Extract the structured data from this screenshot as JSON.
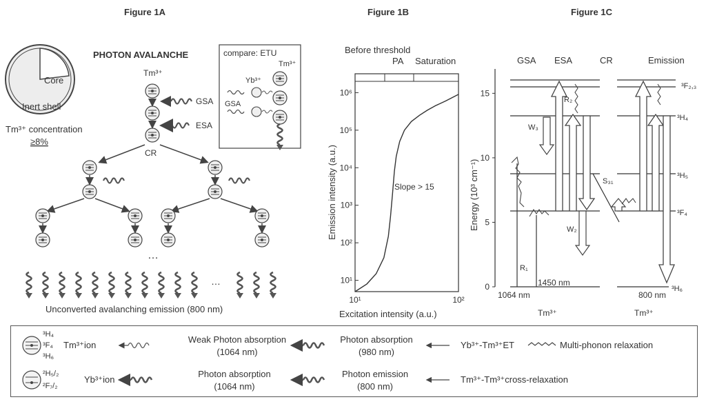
{
  "figures": {
    "a": {
      "title": "Figure 1A"
    },
    "b": {
      "title": "Figure 1B"
    },
    "c": {
      "title": "Figure 1C"
    }
  },
  "panel_a": {
    "heading": "PHOTON AVALANCHE",
    "core_label": "Core",
    "shell_label": "Inert shell",
    "concentration": "Tm³⁺ concentration",
    "concentration_value": "≥8%",
    "ion_label": "Tm³⁺",
    "gsa": "GSA",
    "esa": "ESA",
    "cr": "CR",
    "dots": "…",
    "caption": "Unconverted avalanching emission (800 nm)",
    "compare": {
      "title": "compare: ETU",
      "yb_label": "Yb³⁺",
      "tm_label": "Tm³⁺",
      "gsa": "GSA"
    }
  },
  "panel_b": {
    "regions": [
      "Before threshold",
      "PA",
      "Saturation"
    ],
    "slope_label": "Slope > 15"
  },
  "chart_data": {
    "type": "line",
    "xlabel": "Excitation intensity (a.u.)",
    "ylabel": "Emission intensity (a.u.)",
    "xscale": "log",
    "yscale": "log",
    "xlim": [
      10,
      100
    ],
    "ylim": [
      5,
      2000000
    ],
    "xticks": [
      "10¹",
      "10²"
    ],
    "yticks": [
      "10¹",
      "10²",
      "10³",
      "10⁴",
      "10⁵",
      "10⁶"
    ],
    "series": [
      {
        "x": [
          10,
          13,
          16,
          19,
          21,
          22,
          23,
          24,
          25,
          27,
          30,
          35,
          42,
          50,
          60,
          75,
          100
        ],
        "y": [
          5,
          8,
          15,
          40,
          150,
          500,
          2000,
          8000,
          20000,
          50000,
          100000,
          170000,
          250000,
          340000,
          450000,
          600000,
          900000
        ]
      }
    ]
  },
  "panel_c": {
    "ylabel": "Energy (10³ cm⁻¹)",
    "yticks": [
      "0",
      "5",
      "10",
      "15"
    ],
    "col_labels": [
      "GSA",
      "ESA",
      "CR",
      "Emission"
    ],
    "levels": [
      "³F₂,₃",
      "³H₄",
      "³H₅",
      "³F₄",
      "³H₆"
    ],
    "rates": {
      "w3": "W₃",
      "w2": "W₂",
      "r2": "R₂",
      "r1": "R₁",
      "s31": "S₃₁"
    },
    "wavelengths": {
      "nm1064": "1064 nm",
      "nm1450": "1450 nm",
      "nm800": "800 nm"
    },
    "ion_left": "Tm³⁺",
    "ion_right": "Tm³⁺"
  },
  "legend": {
    "tm_levels": [
      "³H₄",
      "³F₄",
      "³H₆"
    ],
    "tm_ion": "Tm³⁺ion",
    "yb_levels": [
      "²H₅/₂",
      "²F₇/₂"
    ],
    "yb_ion": "Yb³⁺ion",
    "weak_abs": [
      "Weak Photon absorption",
      "(1064 nm)"
    ],
    "abs_980": [
      "Photon absorption",
      "(980 nm)"
    ],
    "yb_tm_et": "Yb³⁺-Tm³⁺ET",
    "multiphonon": "Multi-phonon relaxation",
    "abs_1064": [
      "Photon absorption",
      "(1064 nm)"
    ],
    "emission_800": [
      "Photon emission",
      "(800 nm)"
    ],
    "cross_relax": "Tm³⁺-Tm³⁺cross-relaxation"
  }
}
